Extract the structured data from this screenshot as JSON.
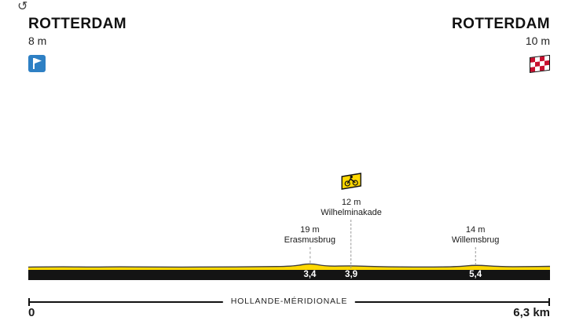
{
  "icons": {
    "reset": "↺"
  },
  "header": {
    "start": {
      "city": "ROTTERDAM",
      "elevation": "8 m"
    },
    "finish": {
      "city": "ROTTERDAM",
      "elevation": "10 m"
    }
  },
  "axis": {
    "start_label": "0",
    "end_label": "6,3 km",
    "region": "HOLLANDE-MÉRIDIONALE"
  },
  "colors": {
    "yellow": "#ffd800",
    "band": "#141414",
    "line": "#3c3c3c",
    "dash": "#999999",
    "band_text": "#ffffff",
    "blue_flag": "#2e80c4",
    "checker_red": "#c8102e"
  },
  "chart_data": {
    "type": "area",
    "title": "Stage profile Rotterdam to Rotterdam",
    "x_unit": "km",
    "y_unit": "m",
    "x_range": [
      0,
      6.3
    ],
    "start": {
      "name": "Rotterdam",
      "elevation_m": 8
    },
    "finish": {
      "name": "Rotterdam",
      "elevation_m": 10
    },
    "region": "Hollande-Méridionale",
    "profile": [
      [
        0.0,
        8
      ],
      [
        0.4,
        9
      ],
      [
        0.8,
        8
      ],
      [
        1.1,
        9
      ],
      [
        1.5,
        8
      ],
      [
        2.2,
        8
      ],
      [
        2.8,
        9
      ],
      [
        3.2,
        10
      ],
      [
        3.4,
        19
      ],
      [
        3.6,
        10
      ],
      [
        3.9,
        12
      ],
      [
        4.2,
        9
      ],
      [
        4.8,
        8
      ],
      [
        5.2,
        9
      ],
      [
        5.4,
        14
      ],
      [
        5.7,
        9
      ],
      [
        6.0,
        9
      ],
      [
        6.3,
        10
      ]
    ],
    "markers": [
      {
        "km": 3.4,
        "km_label": "3,4",
        "elevation_label": "19 m",
        "name": "Erasmusbrug",
        "icon": null
      },
      {
        "km": 3.9,
        "km_label": "3,9",
        "elevation_label": "12 m",
        "name": "Wilhelminakade",
        "icon": "sprint"
      },
      {
        "km": 5.4,
        "km_label": "5,4",
        "elevation_label": "14 m",
        "name": "Willemsbrug",
        "icon": null
      }
    ]
  }
}
